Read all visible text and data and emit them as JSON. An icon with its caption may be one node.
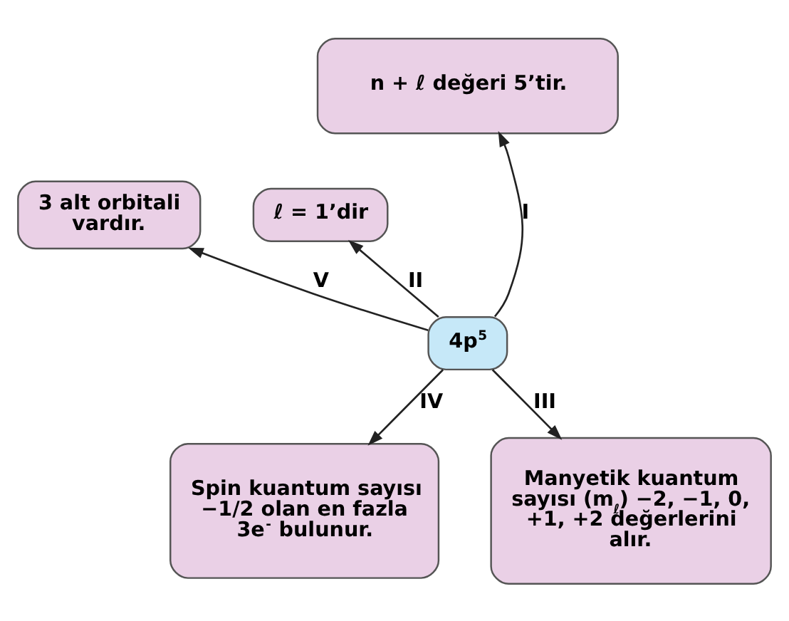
{
  "diagram": {
    "nodes": [
      {
        "text": [
          "n + ℓ değeri 5’tir."
        ]
      },
      {
        "text": [
          "3 alt orbitali vardır."
        ]
      },
      {
        "text": [
          "ℓ = 1’dir"
        ]
      },
      {
        "text": [
          "4p$^{5}$"
        ]
      },
      {
        "text": [
          "Spin kuantum sayısı −1/2 olan en fazla 3e$^{-}$ bulunur."
        ]
      },
      {
        "text": [
          "Manyetik kuantum sayısı (m$_{ℓ}$) −2, −1, 0, +1, +2 değerlerini alır."
        ]
      }
    ],
    "edges": [
      {
        "from": 3,
        "to": 0,
        "arrow": "to",
        "label": "I"
      },
      {
        "from": 3,
        "to": 2,
        "arrow": "to",
        "label": "II"
      },
      {
        "from": 3,
        "to": 5,
        "arrow": "to",
        "label": "III"
      },
      {
        "from": 3,
        "to": 4,
        "arrow": "to",
        "label": "IV"
      },
      {
        "from": 3,
        "to": 1,
        "arrow": "to",
        "label": "V"
      }
    ]
  }
}
